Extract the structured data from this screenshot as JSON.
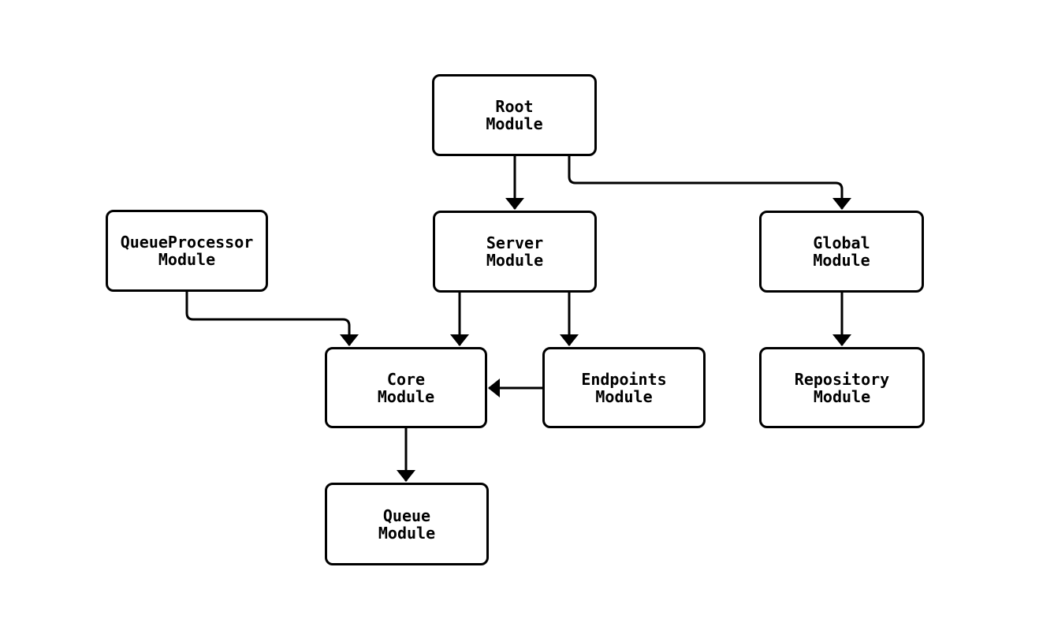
{
  "diagram": {
    "type": "module-dependency-flowchart",
    "colors": {
      "background": "#ffffff",
      "node_fill": "#ffffff",
      "node_border": "#000000",
      "edge_stroke": "#000000",
      "text": "#000000"
    },
    "nodes": {
      "root": {
        "label": "Root\nModule"
      },
      "queueprocessor": {
        "label": "QueueProcessor\nModule"
      },
      "server": {
        "label": "Server\nModule"
      },
      "global": {
        "label": "Global\nModule"
      },
      "core": {
        "label": "Core\nModule"
      },
      "endpoints": {
        "label": "Endpoints\nModule"
      },
      "repository": {
        "label": "Repository\nModule"
      },
      "queue": {
        "label": "Queue\nModule"
      }
    },
    "edges": [
      {
        "from": "Root Module",
        "to": "Server Module"
      },
      {
        "from": "Root Module",
        "to": "Global Module"
      },
      {
        "from": "QueueProcessor Module",
        "to": "Core Module"
      },
      {
        "from": "Server Module",
        "to": "Core Module"
      },
      {
        "from": "Server Module",
        "to": "Endpoints Module"
      },
      {
        "from": "Endpoints Module",
        "to": "Core Module"
      },
      {
        "from": "Global Module",
        "to": "Repository Module"
      },
      {
        "from": "Core Module",
        "to": "Queue Module"
      }
    ]
  }
}
